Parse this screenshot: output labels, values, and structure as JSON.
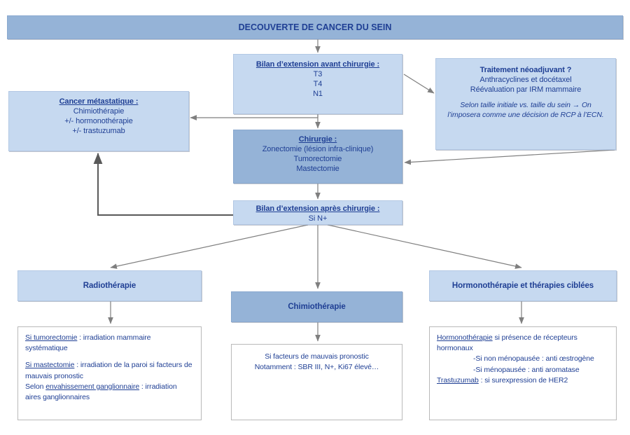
{
  "title": "DECOUVERTE DE CANCER DU SEIN",
  "colors": {
    "fill_light": "#c6d9f0",
    "fill_dark": "#95b3d7",
    "text": "#1f3f94",
    "connector": "#7f7f7f",
    "connector_thick": "#595959"
  },
  "nodes": {
    "bilan_avant": {
      "heading": "Bilan d’extension avant chirurgie :",
      "line1": "T3",
      "line2": "T4",
      "line3": "N1"
    },
    "neoadjuvant": {
      "heading": "Traitement néoadjuvant ?",
      "line1": "Anthracyclines et docétaxel",
      "line2": "Réévaluation par IRM mammaire",
      "note": "Selon taille initiale vs. taille  du sein → On l’imposera comme une décision de RCP à l’ECN."
    },
    "metastatique": {
      "heading": "Cancer métastatique :",
      "line1": "Chimiothérapie",
      "line2": "+/- hormonothérapie",
      "line3": "+/- trastuzumab"
    },
    "chirurgie": {
      "heading": "Chirurgie :",
      "line1": "Zonectomie (lésion infra-clinique)",
      "line2": "Tumorectomie",
      "line3": "Mastectomie"
    },
    "bilan_apres": {
      "heading": "Bilan d’extension après chirurgie :",
      "line1": "Si N+"
    }
  },
  "branches": {
    "radiotherapie": {
      "header": "Radiothérapie",
      "detail": {
        "l1_u": "Si tumorectomie",
        "l1_rest": " : irradiation mammaire systématique",
        "l2_u": "Si mastectomie",
        "l2_rest": " : irradiation de la paroi si facteurs de mauvais pronostic",
        "l3_pre": "Selon ",
        "l3_u": "envahissement ganglionnaire",
        "l3_rest": " : irradiation aires ganglionnaires"
      }
    },
    "chimiotherapie": {
      "header": "Chimiothérapie",
      "detail": {
        "l1": "Si facteurs de mauvais pronostic",
        "l2": "Notamment : SBR III, N+, Ki67 élevé…"
      }
    },
    "hormonotherapie": {
      "header": "Hormonothérapie et thérapies ciblées",
      "detail": {
        "l1_u": "Hormonothérapie",
        "l1_rest": " si présence de récepteurs hormonaux",
        "l2": "-Si non ménopausée : anti œstrogène",
        "l3": "-Si ménopausée : anti aromatase",
        "l4_u": "Trastuzumab",
        "l4_rest": " : si surexpression de HER2"
      }
    }
  }
}
